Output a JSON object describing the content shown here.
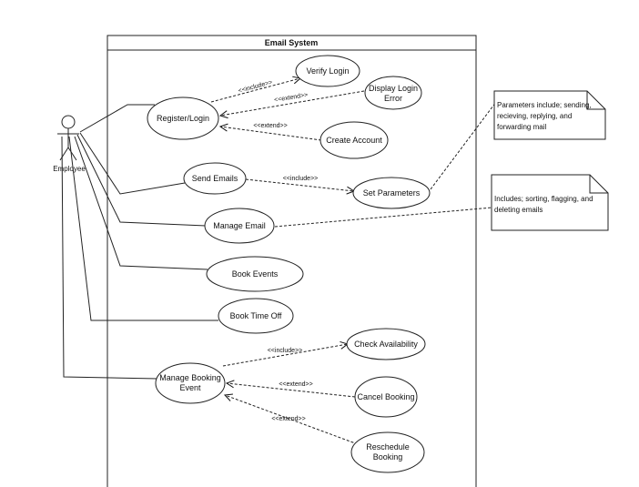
{
  "system": {
    "title": "Email System"
  },
  "actor": {
    "name": "Employee"
  },
  "use_cases": {
    "verify_login": "Verify Login",
    "display_login_error": [
      "Display Login",
      "Error"
    ],
    "register_login": "Register/Login",
    "create_account": "Create Account",
    "send_emails": "Send Emails",
    "set_parameters": "Set Parameters",
    "manage_email": "Manage Email",
    "book_events": "Book Events",
    "book_time_off": "Book Time Off",
    "check_availability": "Check Availability",
    "manage_booking_event": [
      "Manage Booking",
      "Event"
    ],
    "cancel_booking": "Cancel Booking",
    "reschedule_booking": [
      "Reschedule",
      "Booking"
    ]
  },
  "relations": {
    "include_verify": "<<include>>",
    "extend_error": "<<extend>>",
    "extend_create": "<<extend>>",
    "include_params": "<<include>>",
    "include_check": "<<include>>",
    "extend_cancel": "<<extend>>",
    "extend_reschedule": "<<extend>>"
  },
  "notes": {
    "parameters": [
      "Parameters include; sending,",
      "recieving, replying, and",
      "forwarding mail"
    ],
    "manage_email": [
      "Includes; sorting, flagging, and",
      "deleting emails"
    ]
  }
}
